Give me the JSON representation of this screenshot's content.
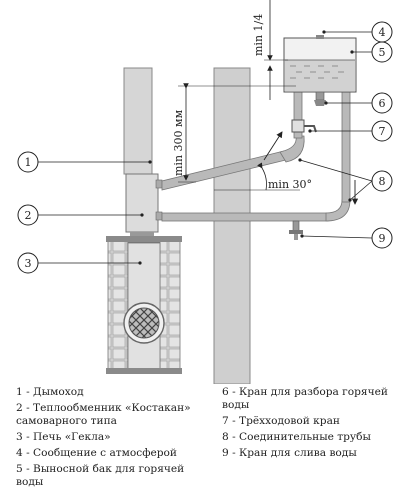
{
  "labels": {
    "min_quarter": "min 1/4",
    "min_300": "min 300 мм",
    "min_30": "min 30°"
  },
  "callouts": [
    "1",
    "2",
    "3",
    "4",
    "5",
    "6",
    "7",
    "8",
    "9"
  ],
  "legend": {
    "left": [
      "1 - Дымоход",
      "2 - Теплообменник «Костакан» самоварного типа",
      "3 - Печь «Гекла»",
      "4 - Сообщение с атмосферой",
      "5 - Выносной бак для горячей воды"
    ],
    "right": [
      "6 - Кран для разбора горячей воды",
      "7 - Трёхходовой кран",
      "8 - Соединительные трубы",
      "9 - Кран для слива воды"
    ]
  }
}
